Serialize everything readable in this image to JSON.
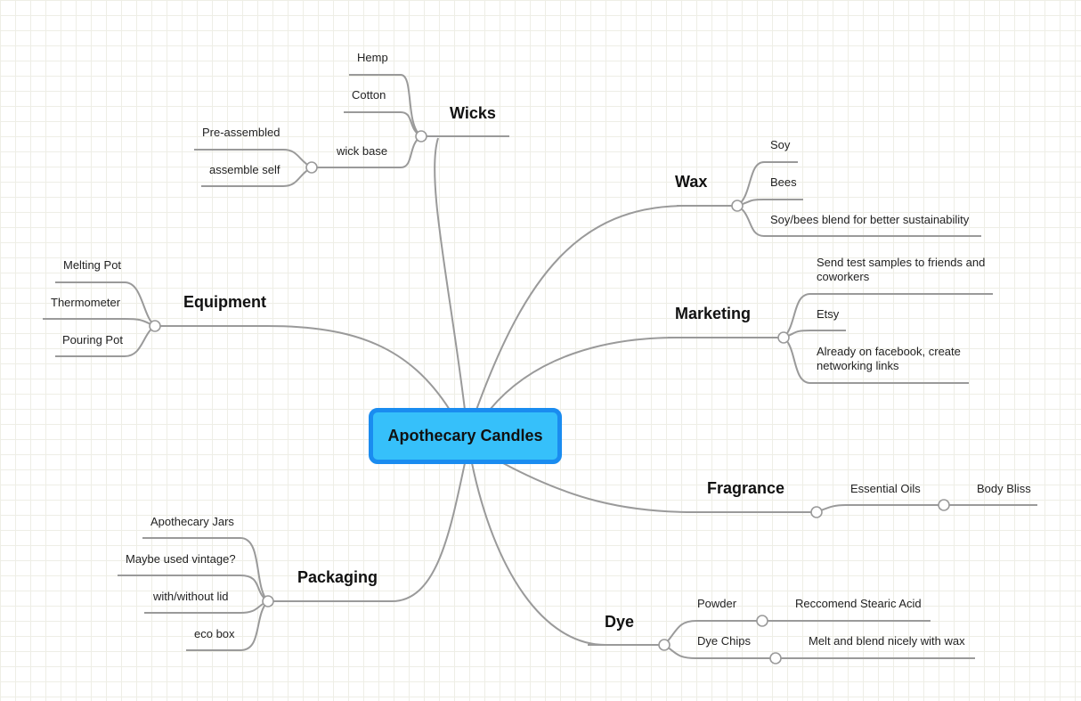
{
  "root": {
    "label": "Apothecary Candles"
  },
  "wicks": {
    "title": "Wicks",
    "items": [
      "Hemp",
      "Cotton",
      "wick base"
    ],
    "wick_base_children": [
      "Pre-assembled",
      "assemble self"
    ]
  },
  "wax": {
    "title": "Wax",
    "items": [
      "Soy",
      "Bees",
      "Soy/bees blend for better sustainability"
    ]
  },
  "equipment": {
    "title": "Equipment",
    "items": [
      "Melting Pot",
      "Thermometer",
      "Pouring Pot"
    ]
  },
  "marketing": {
    "title": "Marketing",
    "items": [
      "Send test samples to friends and coworkers",
      "Etsy",
      "Already on facebook, create networking links"
    ]
  },
  "fragrance": {
    "title": "Fragrance",
    "child": "Essential Oils",
    "grandchild": "Body Bliss"
  },
  "packaging": {
    "title": "Packaging",
    "items": [
      "Apothecary Jars",
      "Maybe used vintage?",
      "with/without lid",
      "eco box"
    ]
  },
  "dye": {
    "title": "Dye",
    "items": [
      "Powder",
      "Dye Chips"
    ],
    "powder_child": "Reccomend Stearic Acid",
    "chips_child": "Melt and blend nicely with wax"
  },
  "colors": {
    "connector": "#9a9a9a",
    "root_fill": "#36c0fa",
    "root_border": "#1a8cf0",
    "grid": "#eeeee6"
  }
}
